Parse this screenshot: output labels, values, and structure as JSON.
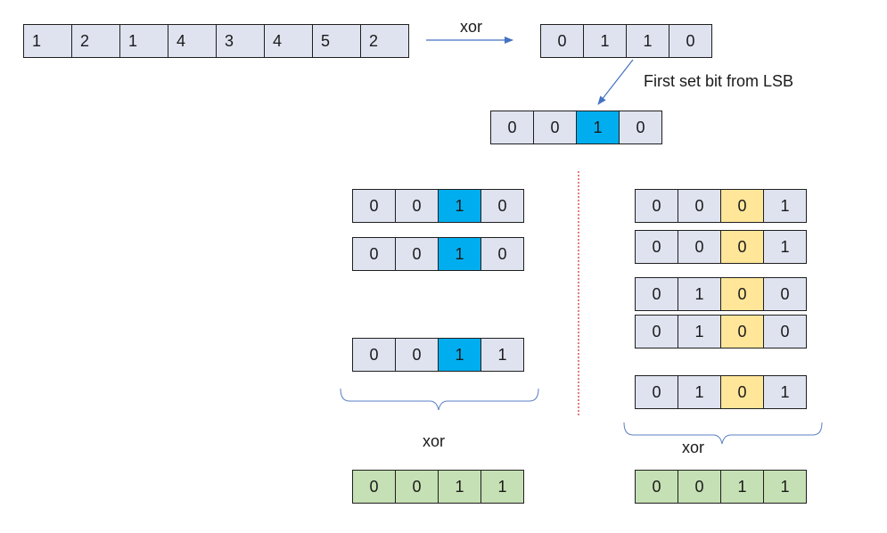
{
  "input_array": [
    "1",
    "2",
    "1",
    "4",
    "3",
    "4",
    "5",
    "2"
  ],
  "xor_label_top": "xor",
  "xor_result": [
    "0",
    "1",
    "1",
    "0"
  ],
  "first_set_bit_label": "First set bit from LSB",
  "mask": [
    "0",
    "0",
    "1",
    "0"
  ],
  "left_group": [
    [
      "0",
      "0",
      "1",
      "0"
    ],
    [
      "0",
      "0",
      "1",
      "0"
    ],
    [
      "0",
      "0",
      "1",
      "1"
    ]
  ],
  "right_group": [
    [
      "0",
      "0",
      "0",
      "1"
    ],
    [
      "0",
      "0",
      "0",
      "1"
    ],
    [
      "0",
      "1",
      "0",
      "0"
    ],
    [
      "0",
      "1",
      "0",
      "0"
    ],
    [
      "0",
      "1",
      "0",
      "1"
    ]
  ],
  "left_xor_label": "xor",
  "right_xor_label": "xor",
  "left_result": [
    "0",
    "0",
    "1",
    "1"
  ],
  "right_result": [
    "0",
    "0",
    "1",
    "1"
  ],
  "colors": {
    "cell": "#dfe3f0",
    "mask_bit": "#00aeef",
    "right_bit": "#ffe699",
    "result": "#c5e0b4",
    "arrow": "#4472c4",
    "divider": "#c00000"
  }
}
